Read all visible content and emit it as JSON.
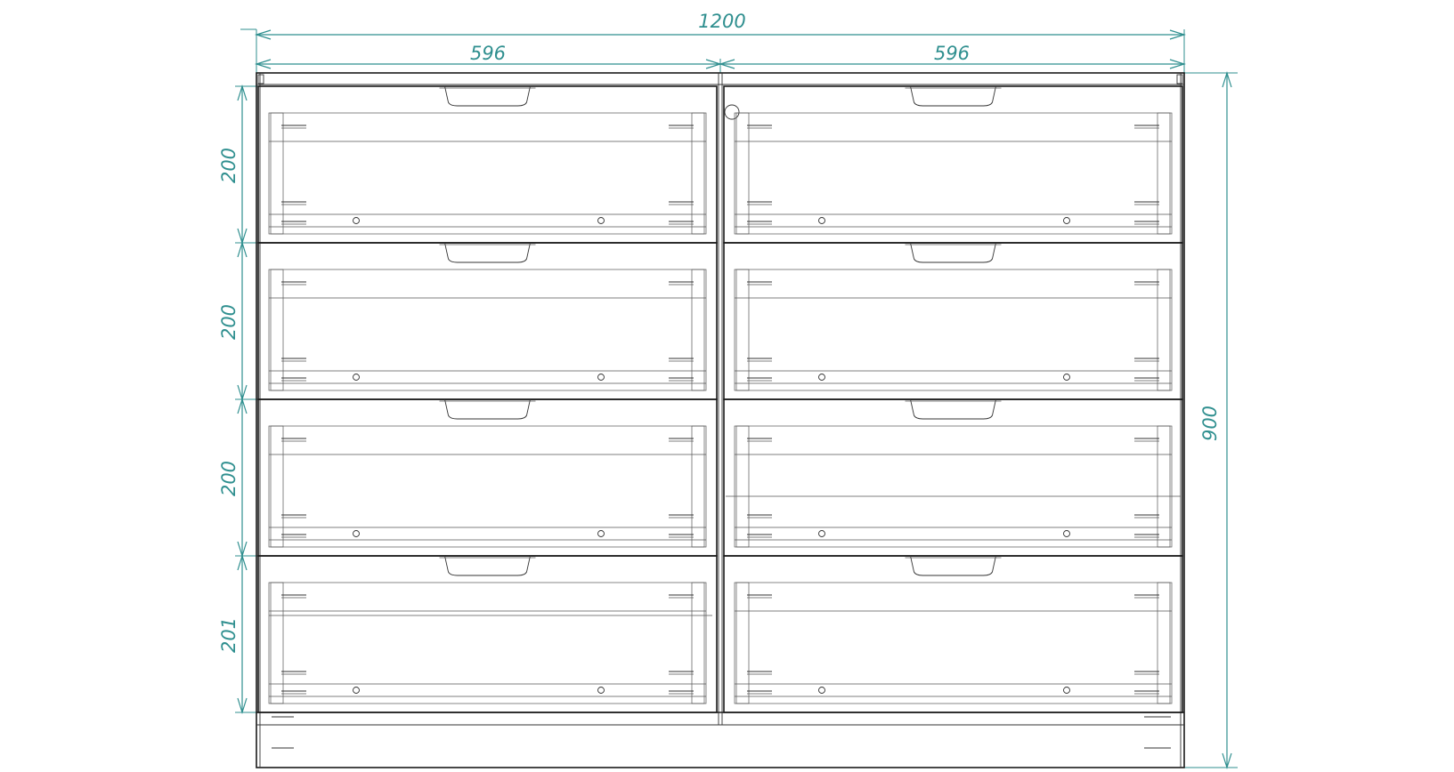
{
  "drawing": {
    "subject": "chest of drawers front elevation",
    "line_color": "#1a1a1a",
    "dimension_color": "#2f8f8f"
  },
  "dimensions": {
    "overall_width": "1200",
    "left_section_width": "596",
    "right_section_width": "596",
    "overall_height": "900",
    "drawer_heights": [
      "200",
      "200",
      "200",
      "201"
    ]
  },
  "drawers": {
    "columns": 2,
    "rows": 4
  }
}
